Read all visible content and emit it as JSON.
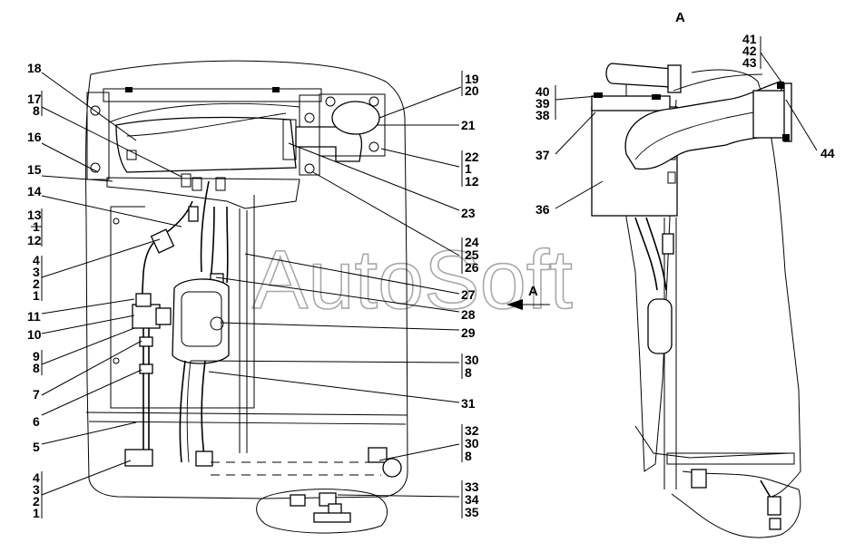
{
  "view_title": "A",
  "section_mark": "A",
  "watermark": "AutoSoft",
  "callouts_left": [
    {
      "id": "c18",
      "text": "18"
    },
    {
      "id": "c17",
      "text": "17"
    },
    {
      "id": "c17b",
      "text": "8"
    },
    {
      "id": "c16",
      "text": "16"
    },
    {
      "id": "c15",
      "text": "15"
    },
    {
      "id": "c14",
      "text": "14"
    },
    {
      "id": "c13a",
      "text": "13"
    },
    {
      "id": "c13b",
      "text": "1"
    },
    {
      "id": "c13c",
      "text": "12"
    },
    {
      "id": "c4a",
      "text": "4"
    },
    {
      "id": "c4b",
      "text": "3"
    },
    {
      "id": "c4c",
      "text": "2"
    },
    {
      "id": "c4d",
      "text": "1"
    },
    {
      "id": "c11",
      "text": "11"
    },
    {
      "id": "c10",
      "text": "10"
    },
    {
      "id": "c9a",
      "text": "9"
    },
    {
      "id": "c9b",
      "text": "8"
    },
    {
      "id": "c7",
      "text": "7"
    },
    {
      "id": "c6",
      "text": "6"
    },
    {
      "id": "c5",
      "text": "5"
    },
    {
      "id": "c4e",
      "text": "4"
    },
    {
      "id": "c4f",
      "text": "3"
    },
    {
      "id": "c4g",
      "text": "2"
    },
    {
      "id": "c4h",
      "text": "1"
    }
  ],
  "callouts_right": [
    {
      "id": "c19",
      "text": "19"
    },
    {
      "id": "c20",
      "text": "20"
    },
    {
      "id": "c21",
      "text": "21"
    },
    {
      "id": "c22a",
      "text": "22"
    },
    {
      "id": "c22b",
      "text": "1"
    },
    {
      "id": "c22c",
      "text": "12"
    },
    {
      "id": "c23",
      "text": "23"
    },
    {
      "id": "c24a",
      "text": "24"
    },
    {
      "id": "c24b",
      "text": "25"
    },
    {
      "id": "c24c",
      "text": "26"
    },
    {
      "id": "c27",
      "text": "27"
    },
    {
      "id": "c28",
      "text": "28"
    },
    {
      "id": "c29",
      "text": "29"
    },
    {
      "id": "c30a",
      "text": "30"
    },
    {
      "id": "c30b",
      "text": "8"
    },
    {
      "id": "c31",
      "text": "31"
    },
    {
      "id": "c32a",
      "text": "32"
    },
    {
      "id": "c32b",
      "text": "30"
    },
    {
      "id": "c32c",
      "text": "8"
    },
    {
      "id": "c33a",
      "text": "33"
    },
    {
      "id": "c33b",
      "text": "34"
    },
    {
      "id": "c33c",
      "text": "35"
    }
  ],
  "callouts_view_a": [
    {
      "id": "c41",
      "text": "41"
    },
    {
      "id": "c42",
      "text": "42"
    },
    {
      "id": "c43",
      "text": "43"
    },
    {
      "id": "c40",
      "text": "40"
    },
    {
      "id": "c39",
      "text": "39"
    },
    {
      "id": "c38",
      "text": "38"
    },
    {
      "id": "c37",
      "text": "37"
    },
    {
      "id": "c36",
      "text": "36"
    },
    {
      "id": "c44",
      "text": "44"
    }
  ]
}
